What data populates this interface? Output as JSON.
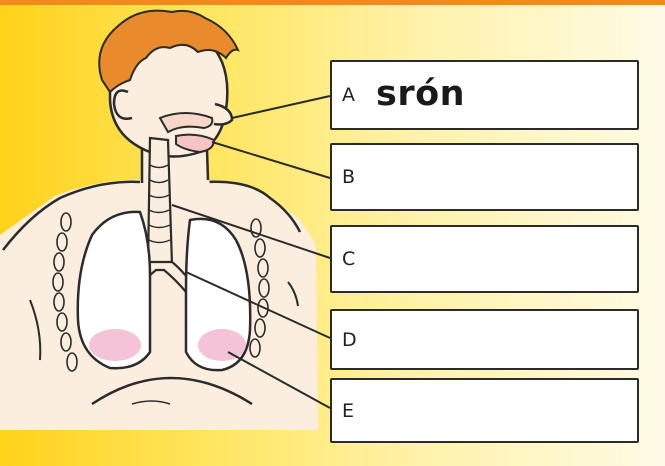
{
  "boxes": [
    {
      "letter": "A",
      "answer": "srón"
    },
    {
      "letter": "B",
      "answer": ""
    },
    {
      "letter": "C",
      "answer": ""
    },
    {
      "letter": "D",
      "answer": ""
    },
    {
      "letter": "E",
      "answer": ""
    }
  ],
  "colors": {
    "background": "#ffe55c",
    "top_bar": "#f08a1c",
    "hair": "#e98a2c",
    "skin": "#fbeede",
    "lung_pink": "#f0a9c8",
    "outline": "#2b2b2b"
  }
}
